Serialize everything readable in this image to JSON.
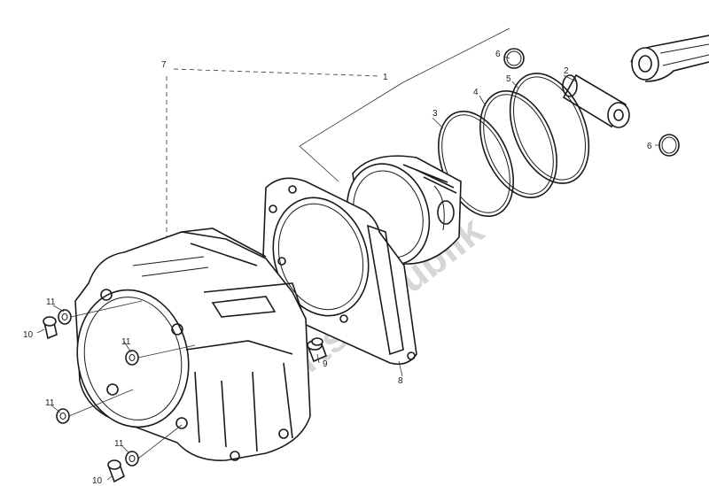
{
  "watermark": "PartsRepublik",
  "callouts": {
    "c1": "1",
    "c2": "2",
    "c3": "3",
    "c4": "4",
    "c5": "5",
    "c6a": "6",
    "c6b": "6",
    "c7": "7",
    "c8": "8",
    "c9": "9",
    "c10a": "10",
    "c10b": "10",
    "c11a": "11",
    "c11b": "11",
    "c11c": "11",
    "c11d": "11"
  }
}
